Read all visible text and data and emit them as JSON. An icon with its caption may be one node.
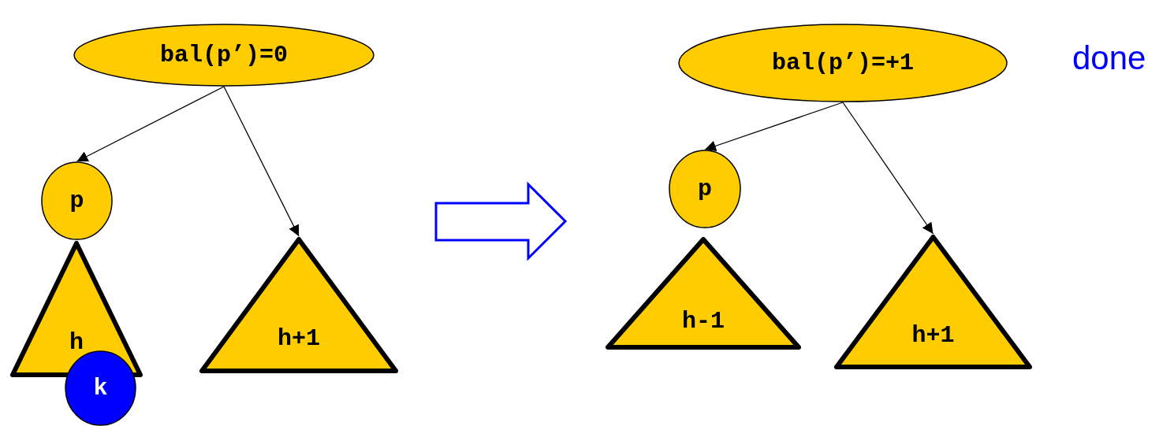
{
  "diagram": {
    "nodes": [
      {
        "text": [
          "bal(p’)=0"
        ]
      },
      {
        "text": [
          "p"
        ]
      },
      {
        "text": [
          "h"
        ]
      },
      {
        "text": [
          "k"
        ]
      },
      {
        "text": [
          "h+1"
        ]
      },
      {
        "text": [
          "bal(p’)=+1"
        ]
      },
      {
        "text": [
          "p"
        ]
      },
      {
        "text": [
          "h-1"
        ]
      },
      {
        "text": [
          "h+1"
        ]
      }
    ],
    "edges": [
      {
        "from": 0,
        "to": 1,
        "arrow": "to"
      },
      {
        "from": 0,
        "to": 4,
        "arrow": "to"
      },
      {
        "from": 5,
        "to": 6,
        "arrow": "to"
      },
      {
        "from": 5,
        "to": 8,
        "arrow": "to"
      }
    ],
    "labels": [
      "done"
    ]
  }
}
